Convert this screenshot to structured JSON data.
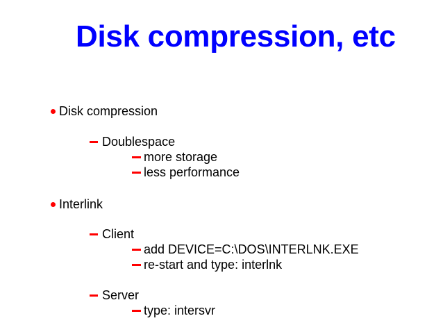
{
  "slide": {
    "title": "Disk compression, etc",
    "items": [
      {
        "level": 1,
        "text": "Disk compression"
      },
      {
        "level": 2,
        "text": "Doublespace"
      },
      {
        "level": 3,
        "text": "more storage"
      },
      {
        "level": 3,
        "text": "less performance"
      },
      {
        "level": 1,
        "text": "Interlink"
      },
      {
        "level": 2,
        "text": "Client"
      },
      {
        "level": 3,
        "text": "add DEVICE=C:\\DOS\\INTERLNK.EXE"
      },
      {
        "level": 3,
        "text": "re-start and type: interlnk"
      },
      {
        "level": 2,
        "text": "Server"
      },
      {
        "level": 3,
        "text": "type: intersvr"
      }
    ],
    "colors": {
      "title": "#0000ff",
      "bullet": "#ff0000"
    }
  }
}
